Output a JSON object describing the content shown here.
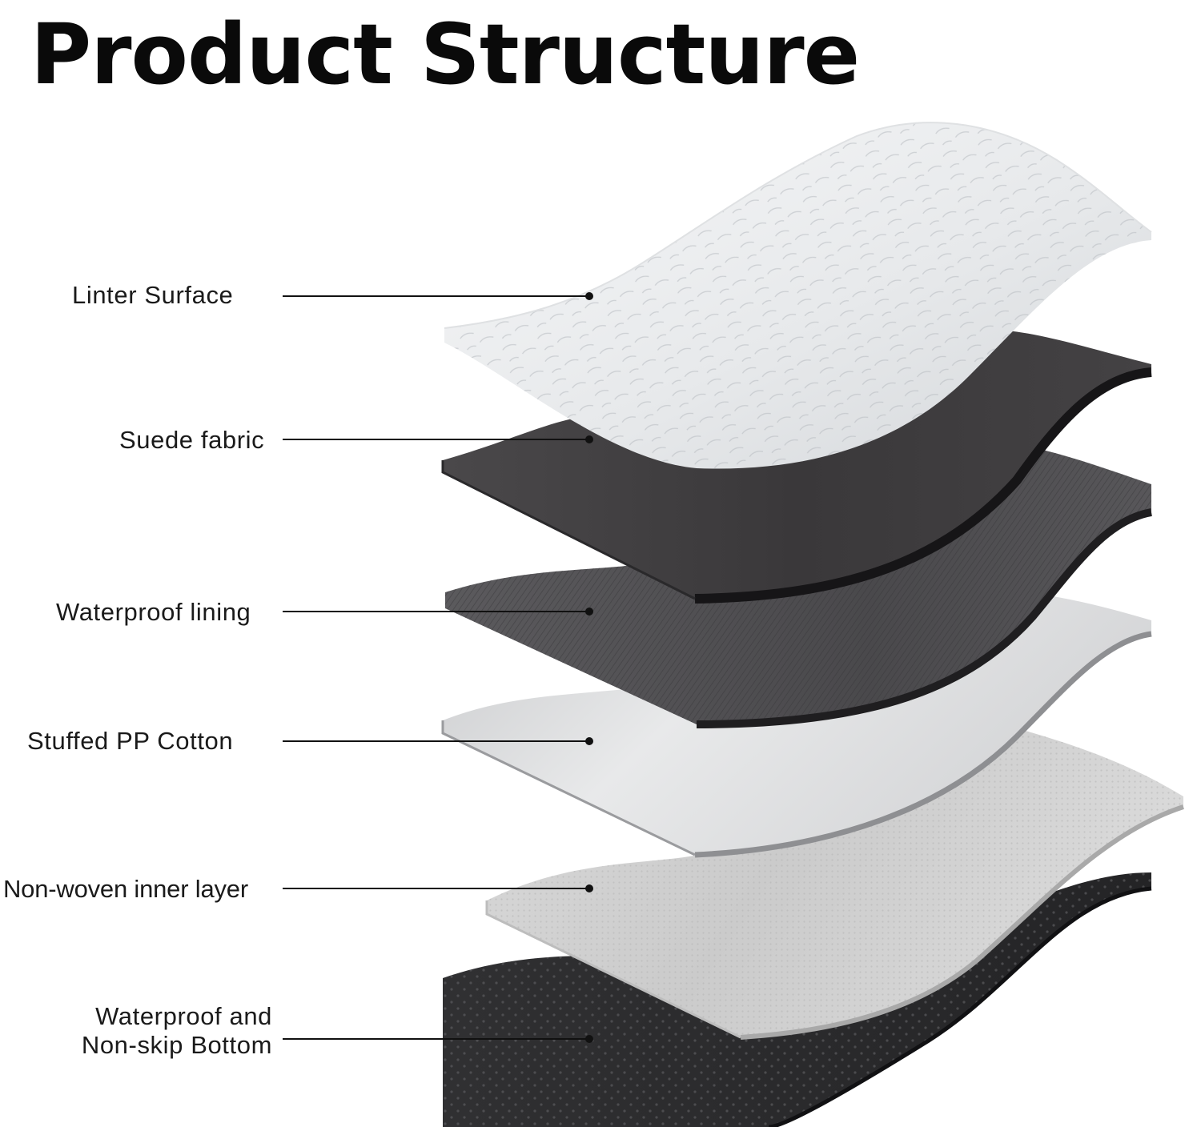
{
  "title": "Product Structure",
  "layers": [
    {
      "label": "Linter Surface",
      "material": "white-plush-texture",
      "color": "#eef0f2"
    },
    {
      "label": "Suede fabric",
      "material": "dark-suede-texture",
      "color": "#3b393b"
    },
    {
      "label": "Waterproof lining",
      "material": "woven-dark-texture",
      "color": "#4a494c"
    },
    {
      "label": "Stuffed PP Cotton",
      "material": "grey-cotton-texture",
      "color": "#d6d7d9"
    },
    {
      "label": "Non-woven inner layer",
      "material": "perforated-light-texture",
      "color": "#cfcfcf"
    },
    {
      "label_line1": "Waterproof and",
      "label_line2": "Non-skip Bottom",
      "material": "dotted-dark-texture",
      "color": "#2b2b2d"
    }
  ]
}
